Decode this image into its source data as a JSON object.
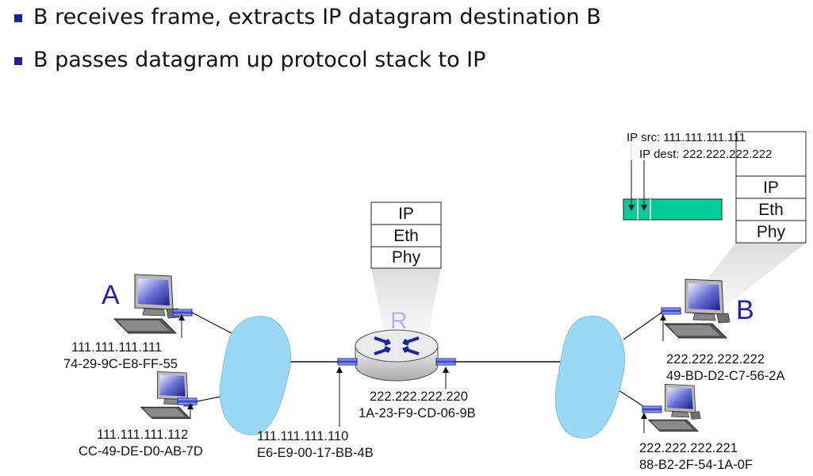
{
  "bullets": [
    "B receives frame, extracts IP datagram destination B",
    "B passes datagram up protocol stack to IP"
  ],
  "hosts": {
    "A": {
      "name": "A",
      "ip": "111.111.111.111",
      "mac": "74-29-9C-E8-FF-55"
    },
    "A2": {
      "ip": "111.111.111.112",
      "mac": "CC-49-DE-D0-AB-7D"
    },
    "B": {
      "name": "B",
      "ip": "222.222.222.222",
      "mac": "49-BD-D2-C7-56-2A"
    },
    "B2": {
      "ip": "222.222.222.221",
      "mac": "88-B2-2F-54-1A-0F"
    }
  },
  "router": {
    "name": "R",
    "left_ip": "111.111.111.110",
    "left_mac": "E6-E9-00-17-BB-4B",
    "right_ip": "222.222.222.220",
    "right_mac": "1A-23-F9-CD-06-9B",
    "stack": [
      "IP",
      "Eth",
      "Phy"
    ]
  },
  "host_b_stack": [
    "IP",
    "Eth",
    "Phy"
  ],
  "datagram": {
    "src": "IP src: 111.111.111.111",
    "dest": "IP dest: 222.222.222.222"
  },
  "colors": {
    "bullet": "#1f1f99",
    "cloud": "#9ad8f5",
    "datagram": "#00cc99",
    "label_blue": "#1f1fb0"
  }
}
